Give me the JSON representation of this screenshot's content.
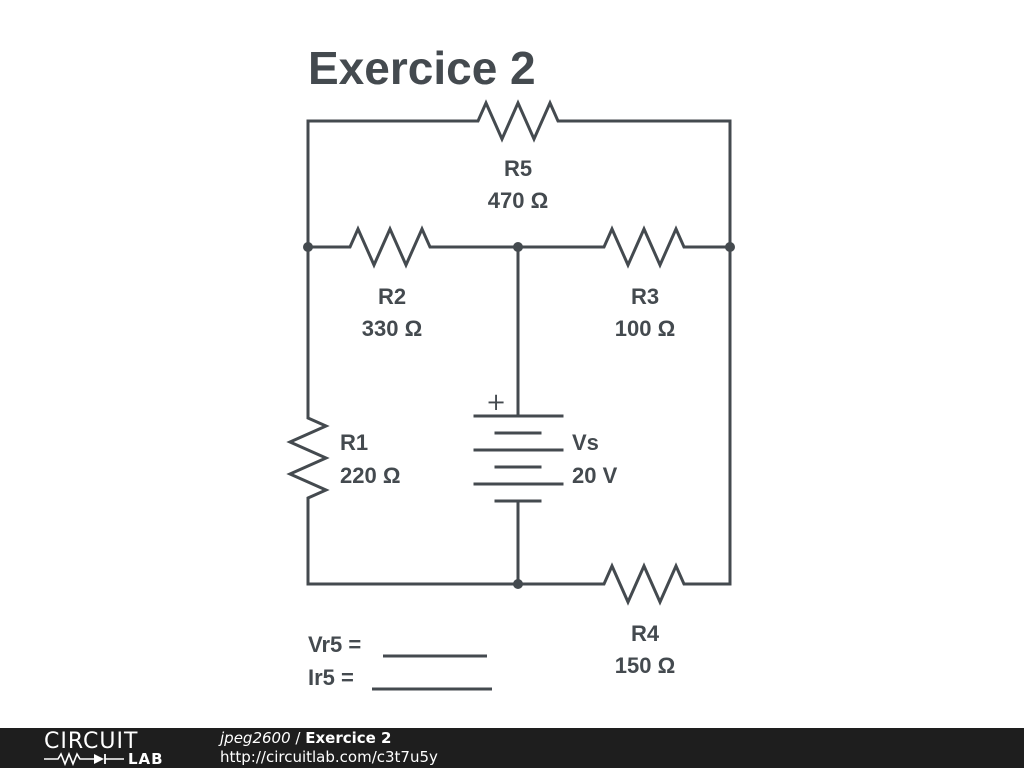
{
  "title": "Exercice 2",
  "components": {
    "R5": {
      "name": "R5",
      "value": "470 Ω"
    },
    "R2": {
      "name": "R2",
      "value": "330 Ω"
    },
    "R3": {
      "name": "R3",
      "value": "100 Ω"
    },
    "R1": {
      "name": "R1",
      "value": "220 Ω"
    },
    "R4": {
      "name": "R4",
      "value": "150 Ω"
    },
    "Vs": {
      "name": "Vs",
      "value": "20 V",
      "polarity": "+"
    }
  },
  "questions": {
    "vr5": "Vr5 =",
    "ir5": "Ir5 ="
  },
  "footer": {
    "logo_top": "CIRCUIT",
    "logo_bottom": "LAB",
    "author": "jpeg2600",
    "separator": " / ",
    "project": "Exercice 2",
    "url": "http://circuitlab.com/c3t7u5y"
  }
}
